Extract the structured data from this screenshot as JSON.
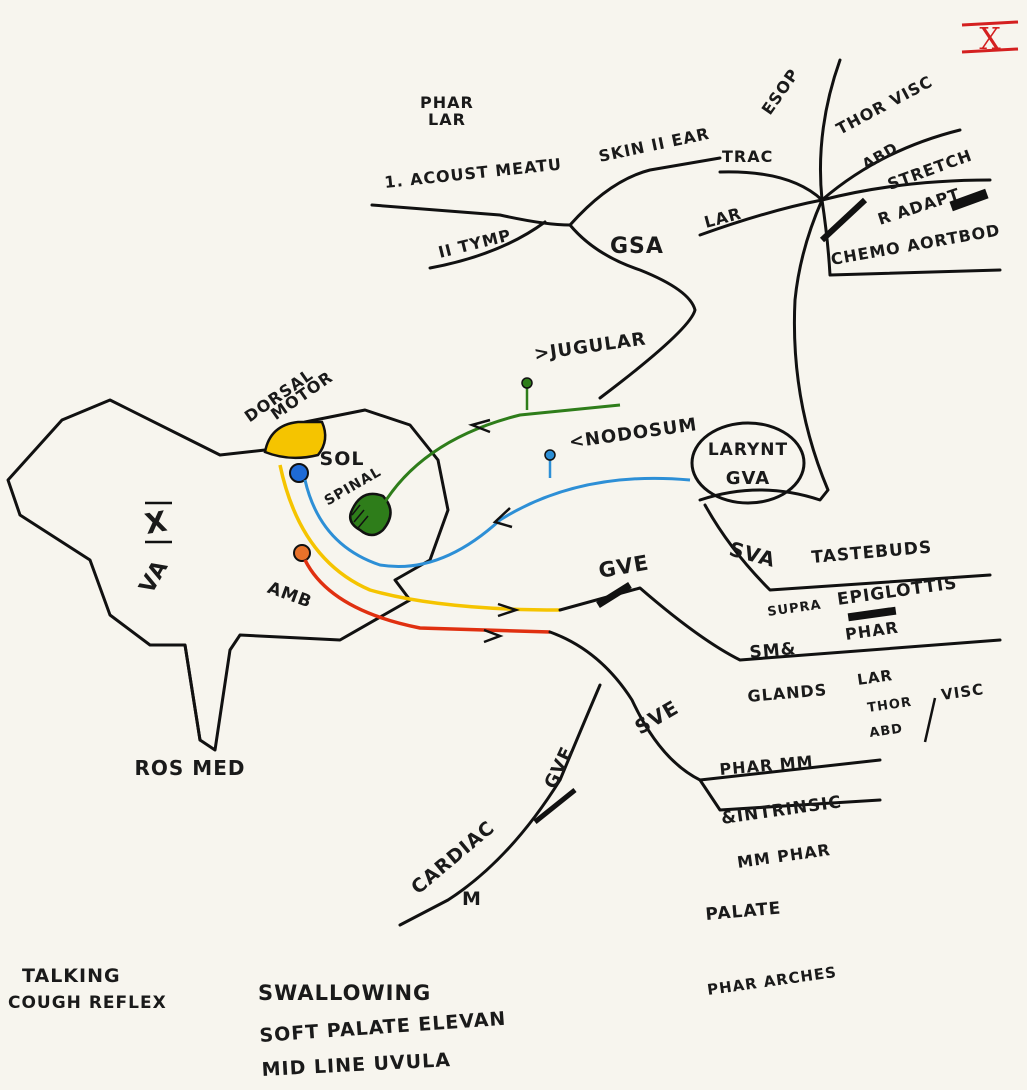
{
  "title_numeral": "X",
  "brainstem": {
    "side_label_top": "X",
    "side_label_bottom": "VA",
    "bottom_label": "ROS MED"
  },
  "nuclei": {
    "dorsal_motor": [
      "DORSAL",
      "MOTOR"
    ],
    "solitary": [
      "SOL",
      "SPINAL"
    ],
    "ambiguus": "AMB"
  },
  "ganglia": {
    "jugular": ">JUGULAR",
    "nodosum": "<NODOSUM"
  },
  "gsa": {
    "label": "GSA",
    "pharyngeal_label": [
      "PHAR",
      "LAR"
    ],
    "auricular": "1. ACOUST MEATU",
    "tympanic": "II TYMP",
    "ext_tympanic": "SKIN II EAR"
  },
  "gva": {
    "label": [
      "LARYNT",
      "GVA"
    ],
    "items": [
      "ESOP",
      "TRAC",
      "THOR VISC",
      "ABD",
      "LAR",
      "STRETCH",
      "R ADAPT",
      "CHEMO AORTBOD"
    ]
  },
  "sva": {
    "label": "SVA",
    "items": [
      "TASTEBUDS",
      "SUPRA",
      "EPIGLOTTIS"
    ]
  },
  "gve": {
    "label": "GVE",
    "items": [
      "SM&",
      "PHAR",
      "GLANDS",
      "LAR",
      "THOR",
      "ABD",
      "VISC"
    ],
    "cardiac_label": "GVE",
    "cardiac": [
      "CARDIAC",
      "M"
    ]
  },
  "sve": {
    "label": "SVE",
    "items": [
      "PHAR MM",
      "&INTRINSIC",
      "MM PHAR",
      "PALATE",
      "PHAR ARCHES"
    ]
  },
  "functions": {
    "talking": "TALKING",
    "cough": "COUGH REFLEX",
    "swallowing": "SWALLOWING",
    "soft_palate": "SOFT PALATE ELEVAN",
    "midline": "MID LINE UVULA"
  },
  "colors": {
    "ink": "#111111",
    "title_red": "#d42020",
    "dorsal_motor": "#f5c400",
    "solitary": "#2e7d1a",
    "nodosum_blue": "#2d8fd6",
    "sol_dark_blue": "#1e2f9a",
    "ambiguus": "#e03010",
    "amb_fill": "#e8722a"
  }
}
